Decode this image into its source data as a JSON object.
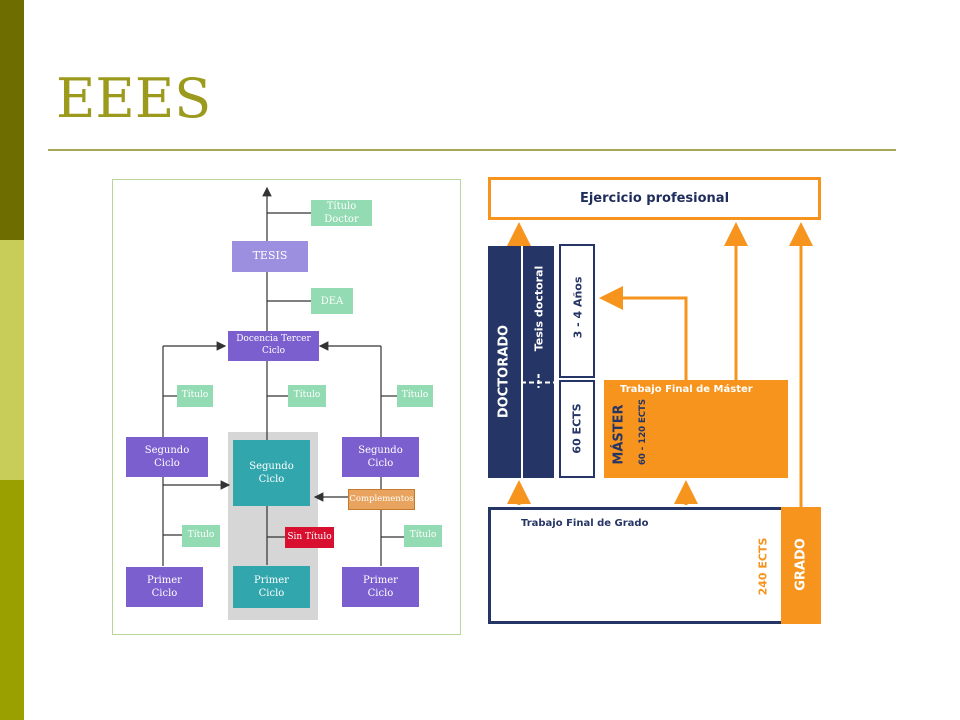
{
  "slide": {
    "title": "EEES"
  },
  "old_system": {
    "titulo_doctor": "Título Doctor",
    "tesis": "TESIS",
    "dea": "DEA",
    "docencia": "Docencia Tercer Ciclo",
    "titulo": "Título",
    "segundo_ciclo_l1": "Segundo",
    "segundo_ciclo_l2": "Ciclo",
    "complementos": "Complementos",
    "sin_titulo": "Sin Título",
    "primer_ciclo_l1": "Primer",
    "primer_ciclo_l2": "Ciclo"
  },
  "new_system": {
    "ejercicio": "Ejercicio profesional",
    "doctorado": "DOCTORADO",
    "tesis_doctoral": "Tesis doctoral",
    "anios": "3 - 4 Años",
    "ects60": "60 ECTS",
    "tfm": "Trabajo Final de Máster",
    "master": "MÁSTER",
    "master_ects": "60 - 120 ECTS",
    "tfg": "Trabajo Final de Grado",
    "grado_ects": "240 ECTS",
    "grado": "GRADO"
  },
  "colors": {
    "accent_olive": "#9c9a1c",
    "navy": "#253565",
    "orange": "#f7941d"
  }
}
